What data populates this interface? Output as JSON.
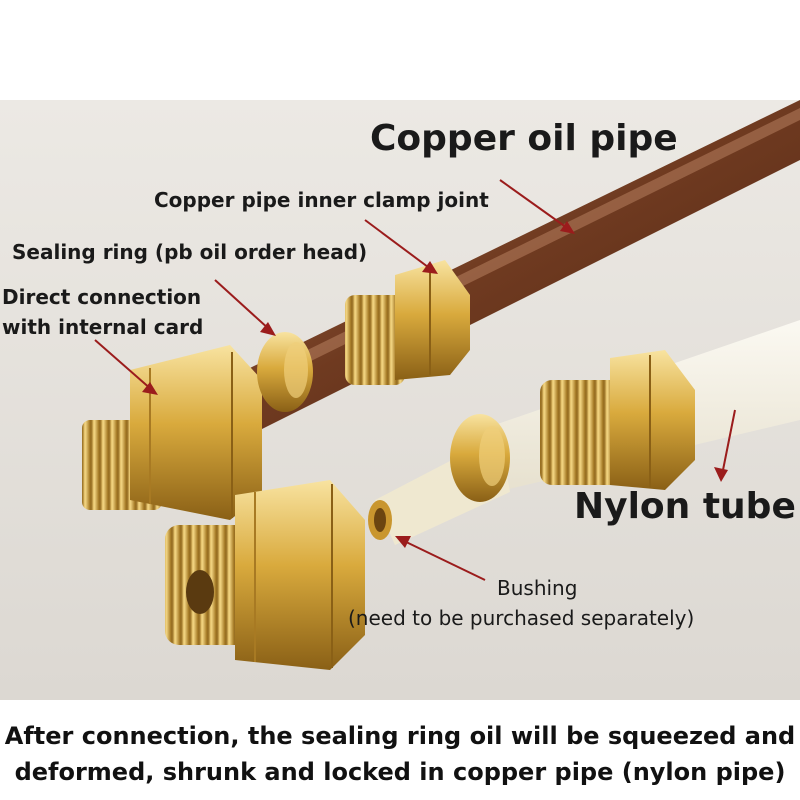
{
  "labels": {
    "copper_oil_pipe": "Copper oil pipe",
    "inner_clamp_joint": "Copper pipe inner clamp joint",
    "sealing_ring": "Sealing ring (pb oil order head)",
    "direct_connection_line1": "Direct connection",
    "direct_connection_line2": "with internal card",
    "nylon_tube": "Nylon tube",
    "bushing_line1": "Bushing",
    "bushing_line2": "(need to be purchased separately)"
  },
  "caption": {
    "line1": "After connection, the sealing ring oil will be squeezed and",
    "line2": "deformed, shrunk and locked in copper pipe (nylon pipe)"
  },
  "colors": {
    "arrow": "#9b1c1c",
    "copper_pipe": "#7a3e22",
    "brass": "#d4a93c",
    "nylon": "#f3efe4"
  }
}
